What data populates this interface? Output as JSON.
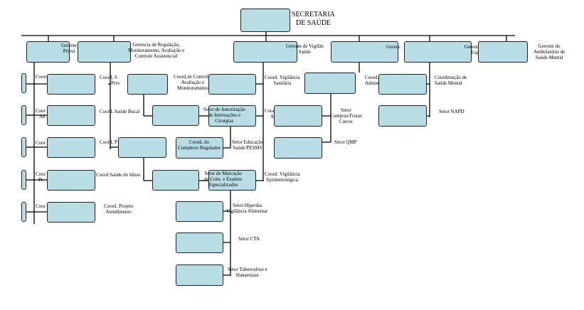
{
  "root": {
    "line1": "SECRETARIA",
    "line2": "DE SAÚDE"
  },
  "top_row": {
    "primaria": {
      "line1": "Gerente",
      "line2": "Primá"
    },
    "regulacao": {
      "line1": "Gerencia de Regulação,",
      "line2": "Monitoramento, Avaliação e",
      "line3": "Controle Assistencial"
    },
    "vigilancia": {
      "line1": "Gerente de Vigilân",
      "line2": "Saúde"
    },
    "admin": {
      "line1": "Gerenc"
    },
    "especial": {
      "line1": "Gerent",
      "line2": "Esp"
    },
    "mental": {
      "line1": "Gerente do",
      "line2": "Ambulatório de",
      "line3": "Saúde Mental"
    }
  },
  "left_column": {
    "c1": {
      "line1": "Coord",
      "line2": ""
    },
    "c2": {
      "line1": "Coor",
      "line2": "Ad"
    },
    "c3": {
      "line1": "Coor"
    },
    "c4": {
      "line1": "Coor",
      "line2": "Pr"
    },
    "c5": {
      "line1": "Coor"
    }
  },
  "col2": {
    "b1": {
      "line1": "Coord. S",
      "line2": "Prev"
    },
    "b2": {
      "line1": "Coord. Saúde Bucal"
    },
    "b3": {
      "line1": "Coord. P"
    },
    "b4": {
      "line1": "Coord.Saúde do Idoso"
    },
    "b5": {
      "line1": "Coord. Projeto",
      "line2": "Atendimento"
    }
  },
  "regulacao_children": {
    "controle": {
      "line1": "Coord.de Controle,",
      "line2": "Avaliação e",
      "line3": "Monitoramento"
    },
    "autorizacao": {
      "line1": "Setor de Autorização",
      "line2": "de Internações e",
      "line3": "Cirurgias"
    },
    "complexo": {
      "line1": "Coord. do",
      "line2": "Complexo Regulador"
    },
    "educacao": {
      "line1": "Setor Educação",
      "line2": "Saúde/PESMS"
    },
    "marcacao": {
      "line1": "Setor de Marcação",
      "line2": "de Cons. e Exames",
      "line3": "Especializados"
    },
    "hiperdia": {
      "line1": "Setor Hiperdia",
      "line2": "Vigilância Alimentar"
    },
    "cta": {
      "line1": "Setor CTA"
    },
    "tuberculose": {
      "line1": "Setor Tuberculose e",
      "line2": "Hanseníase"
    }
  },
  "vigilancia_children": {
    "sanitaria": {
      "line1": "Coord. Vigilância",
      "line2": "Sanitária"
    },
    "ambiental": {
      "line1": "Coord",
      "line2": "A"
    },
    "epidemiologica": {
      "line1": "Coord. Vigilância",
      "line2": "Epidemiológica"
    }
  },
  "admin_children": {
    "coord_admin": {
      "line1": "Coord.",
      "line2": "Admin"
    },
    "compras": {
      "line1": "Setor",
      "line2": "Compras/Frotas",
      "line3": "Carros"
    },
    "qmp": {
      "line1": "Setor QMP"
    }
  },
  "especial_children": {
    "saude_mental": {
      "line1": "Coordenação de",
      "line2": "Saúde Mental"
    },
    "napd": {
      "line1": "Setor NAPD"
    }
  }
}
